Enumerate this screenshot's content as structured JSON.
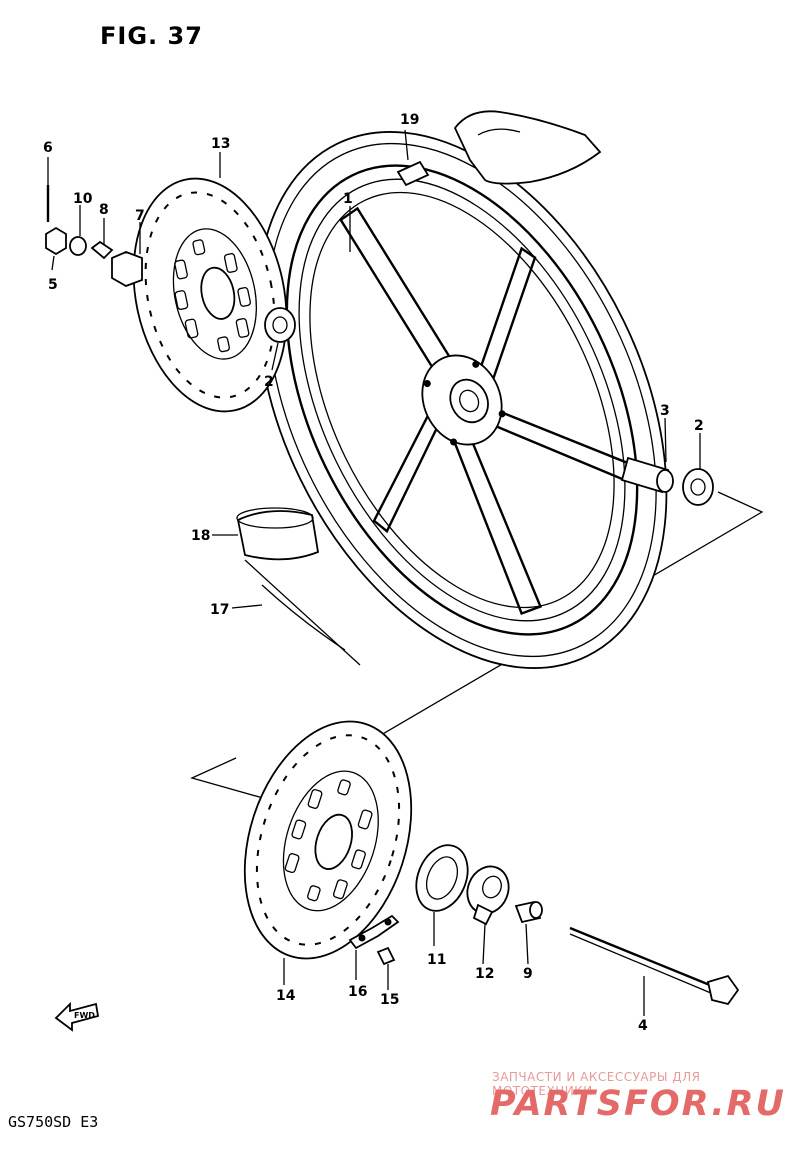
{
  "figure": {
    "title": "FIG. 37"
  },
  "model_code": "GS750SD  E3",
  "watermark": {
    "tagline": "ЗАПЧАСТИ И АКСЕССУАРЫ ДЛЯ МОТОТЕХНИКИ",
    "logo": "PARTSFOR.RU"
  },
  "fwd_arrow": {
    "label": "FWD",
    "icon": "arrow-icon"
  },
  "callouts": {
    "c1": "1",
    "c2a": "2",
    "c2b": "2",
    "c3": "3",
    "c4": "4",
    "c5": "5",
    "c6": "6",
    "c7": "7",
    "c8": "8",
    "c9": "9",
    "c10": "10",
    "c11": "11",
    "c12": "12",
    "c13": "13",
    "c14": "14",
    "c15": "15",
    "c16": "16",
    "c17": "17",
    "c18": "18",
    "c19": "19"
  }
}
